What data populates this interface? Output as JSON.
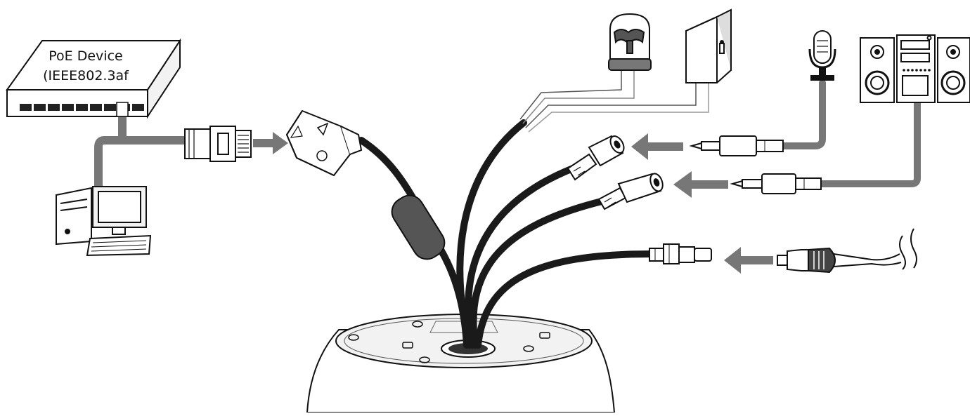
{
  "poe_device": {
    "name": "PoE Device",
    "standard": "(IEEE802.3af"
  },
  "colors": {
    "cable_dark": "#1a1a1a",
    "cable_grey": "#777777",
    "arrow": "#777777",
    "line": "#111111",
    "fill_light": "#f2f2f2"
  },
  "components": [
    "poe-switch",
    "computer",
    "rj45-plug",
    "rj45-coupler",
    "inline-filter",
    "alarm-light",
    "sensor-box",
    "microphone",
    "stereo-system",
    "audio-in-jack",
    "audio-out-jack",
    "power-jack",
    "power-adapter-plug",
    "camera-dome"
  ]
}
